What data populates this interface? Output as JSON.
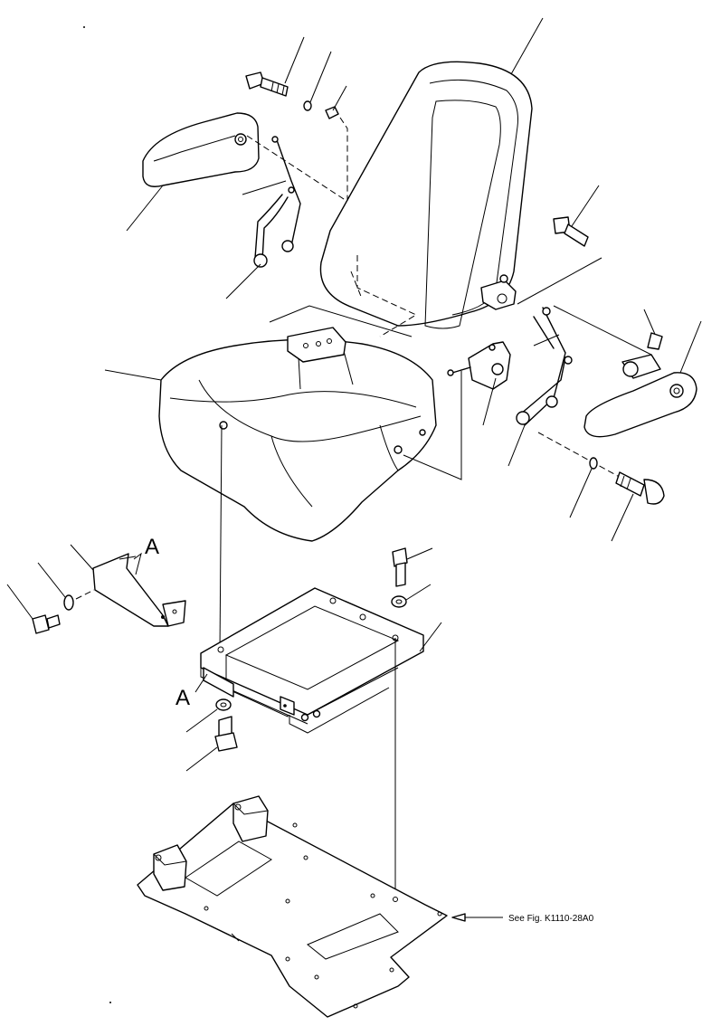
{
  "callouts": {
    "detail_label_top": "A",
    "detail_label_bottom": "A",
    "reference": "See Fig. K1110-28A0"
  }
}
